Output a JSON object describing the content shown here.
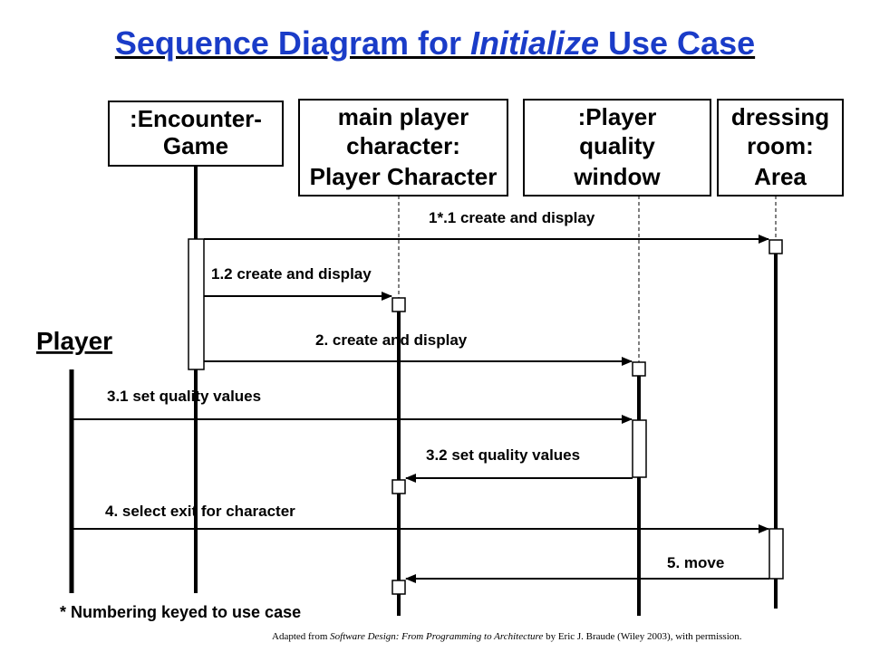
{
  "title": {
    "part1": "Sequence Diagram for ",
    "part2": "Initialize",
    "part3": " Use Case"
  },
  "objects": {
    "encounter_game": [
      "Encounter-",
      "Game"
    ],
    "encounter_game_prefix": ":",
    "main_player": [
      "main player",
      "character:",
      "Player Character"
    ],
    "player_quality": [
      ":Player",
      "quality",
      "window"
    ],
    "dressing_room": [
      "dressing",
      "room:",
      "Area"
    ]
  },
  "actor": {
    "name": "Player"
  },
  "messages": {
    "m1_1": "1*.1 create and display",
    "m1_2": "1.2 create and display",
    "m2": "2. create and display",
    "m3_1": "3.1 set quality values",
    "m3_2": "3.2 set quality values",
    "m4": "4. select exit for character",
    "m5": "5. move"
  },
  "note": "* Numbering keyed to use case",
  "credit": {
    "prefix": "Adapted from ",
    "book": "Software Design: From Programming to Architecture",
    "suffix": " by Eric J. Braude (Wiley  2003), with permission."
  },
  "colors": {
    "title": "#1a3cc8",
    "ink": "#000000"
  }
}
